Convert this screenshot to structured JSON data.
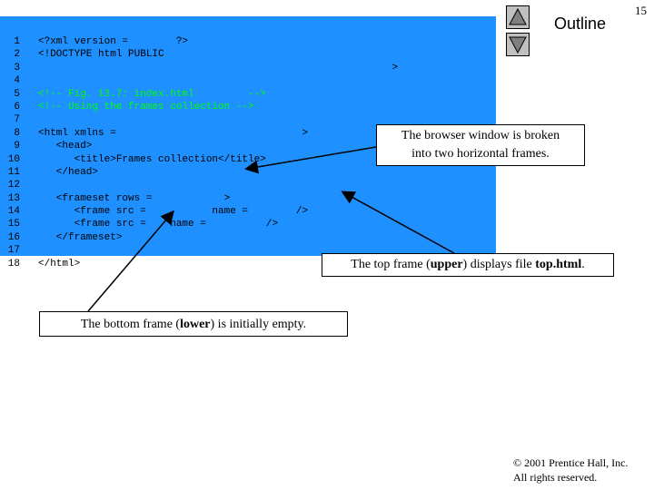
{
  "page_number": "15",
  "outline_title": "Outline",
  "nav": {
    "up_icon": "triangle-up-icon",
    "down_icon": "triangle-down-icon"
  },
  "code_lines": [
    {
      "num": "1",
      "text": "<?xml version =        ?>",
      "comment": false
    },
    {
      "num": "2",
      "text": "<!DOCTYPE html PUBLIC",
      "comment": false
    },
    {
      "num": "3",
      "text": "                                                           >",
      "comment": false
    },
    {
      "num": "4",
      "text": "",
      "comment": false
    },
    {
      "num": "5",
      "text": "<!-- Fig. 13.7: index.html         -->",
      "comment": true
    },
    {
      "num": "6",
      "text": "<!-- Using the frames collection -->",
      "comment": true
    },
    {
      "num": "7",
      "text": "",
      "comment": false
    },
    {
      "num": "8",
      "text": "<html xmlns =                               >",
      "comment": false
    },
    {
      "num": "9",
      "text": "   <head>",
      "comment": false
    },
    {
      "num": "10",
      "text": "      <title>Frames collection</title>",
      "comment": false
    },
    {
      "num": "11",
      "text": "   </head>",
      "comment": false
    },
    {
      "num": "12",
      "text": "",
      "comment": false
    },
    {
      "num": "13",
      "text": "   <frameset rows =            >",
      "comment": false
    },
    {
      "num": "14",
      "text": "      <frame src =           name =        />",
      "comment": false
    },
    {
      "num": "15",
      "text": "      <frame src =    name =          />",
      "comment": false
    },
    {
      "num": "16",
      "text": "   </frameset>",
      "comment": false
    },
    {
      "num": "17",
      "text": "",
      "comment": false
    },
    {
      "num": "18",
      "text": "</html>",
      "comment": false
    }
  ],
  "callouts": {
    "frames": {
      "line1": "The browser window is broken",
      "line2": "into two horizontal frames."
    },
    "top": {
      "pre": "The top frame (",
      "em1": "upper",
      "mid": ") displays file ",
      "em2": "top.html",
      "post": "."
    },
    "bottom": {
      "pre": "The bottom frame (",
      "em1": "lower",
      "post": ") is initially empty."
    }
  },
  "copyright": {
    "line1": "© 2001 Prentice Hall, Inc.",
    "line2": "All rights reserved."
  }
}
